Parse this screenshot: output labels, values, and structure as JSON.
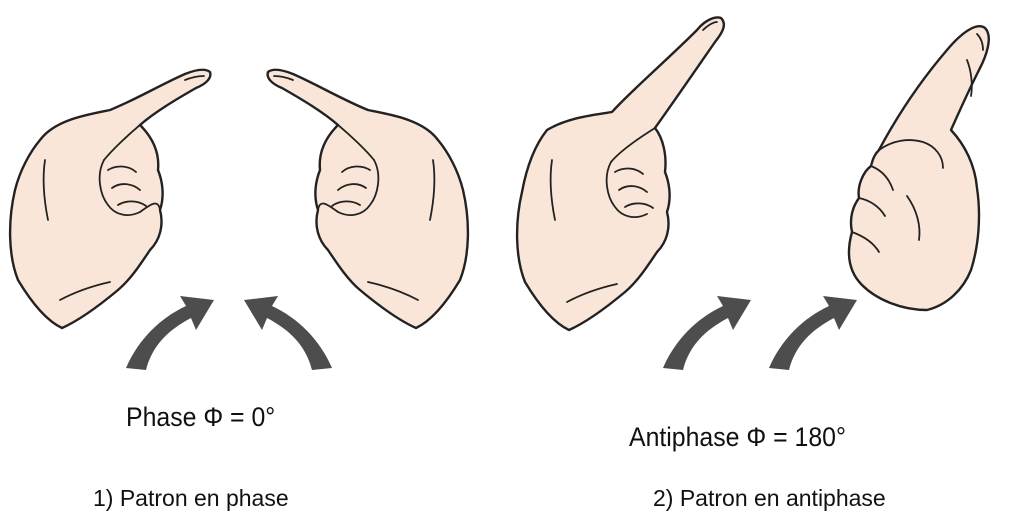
{
  "panels": [
    {
      "phase_label": "Phase Φ = 0°",
      "caption": "1) Patron en phase",
      "arrows": [
        "curved-arrow-up-right",
        "curved-arrow-up-left"
      ]
    },
    {
      "phase_label": "Antiphase Φ = 180°",
      "caption": "2) Patron en antiphase",
      "arrows": [
        "curved-arrow-up-right",
        "curved-arrow-up-right"
      ]
    }
  ],
  "colors": {
    "skin": "#f9e6d8",
    "outline": "#222222",
    "arrow": "#4d4d4d",
    "text": "#111111"
  }
}
